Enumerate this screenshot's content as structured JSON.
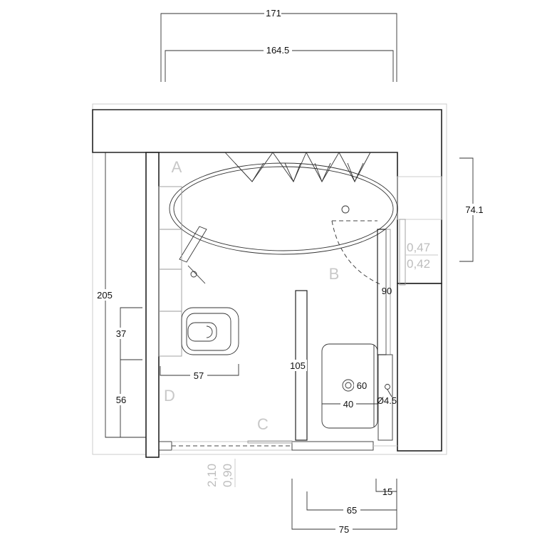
{
  "dimensions": {
    "top_outer": "171",
    "top_inner": "164.5",
    "right_window": "74.1",
    "left_total": "205",
    "left_upper": "37",
    "left_lower": "56",
    "toilet_depth": "57",
    "shower_gap": "90",
    "vanity_height": "105",
    "basin_depth": "60",
    "basin_width": "40",
    "drain_diameter": "Ø4.5",
    "bottom_small": "15",
    "bottom_mid": "65",
    "bottom_total": "75"
  },
  "zones": {
    "a": "A",
    "b": "B",
    "c": "C",
    "d": "D"
  },
  "window_spec": {
    "line1": "0,47",
    "line2": "0,42"
  },
  "door_spec": {
    "line1": "0,90",
    "line2": "2,10"
  },
  "colors": {
    "line": "#222222",
    "label_grey": "#c8c8c8",
    "spec_grey": "#bdbdbd"
  }
}
